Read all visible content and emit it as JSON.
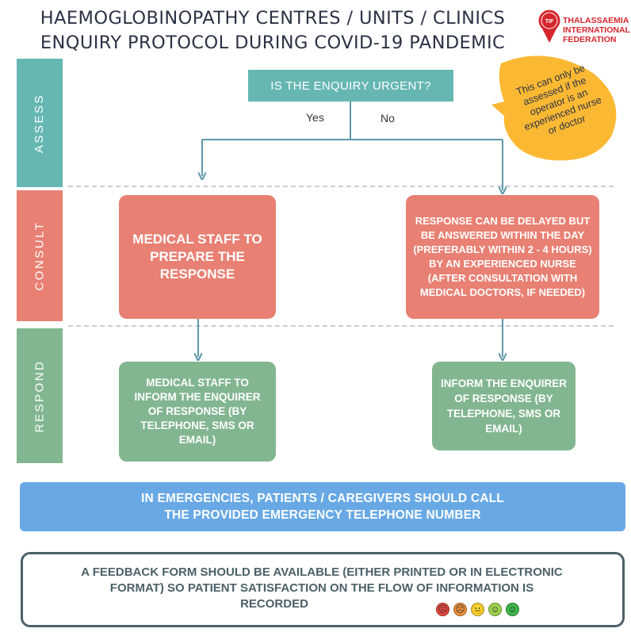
{
  "title": {
    "line1": "HAEMOGLOBINOPATHY CENTRES / UNITS / CLINICS",
    "line2": "ENQUIRY PROTOCOL DURING COVID-19 PANDEMIC"
  },
  "logo": {
    "line1": "THALASSAEMIA",
    "line2": "INTERNATIONAL",
    "line3": "FEDERATION",
    "mark_text": "TIF",
    "color": "#d7262e"
  },
  "stages": {
    "assess": "ASSESS",
    "consult": "CONSULT",
    "respond": "RESPOND"
  },
  "question": "IS THE ENQUIRY URGENT?",
  "branches": {
    "yes": "Yes",
    "no": "No"
  },
  "note": {
    "line1": "This can only be",
    "line2": "assessed if the",
    "line3": "operator is an",
    "line4": "experienced nurse",
    "line5": "or doctor"
  },
  "consult_left": "MEDICAL STAFF TO PREPARE THE RESPONSE",
  "consult_right": "RESPONSE CAN BE DELAYED BUT BE ANSWERED WITHIN THE DAY (PREFERABLY WITHIN 2 - 4 HOURS) BY AN EXPERIENCED NURSE (AFTER CONSULTATION WITH MEDICAL DOCTORS, IF NEEDED)",
  "respond_left": "MEDICAL STAFF TO INFORM THE ENQUIRER OF RESPONSE (BY TELEPHONE, SMS OR EMAIL)",
  "respond_right": "INFORM THE ENQUIRER OF RESPONSE (BY TELEPHONE, SMS OR EMAIL)",
  "emergency": {
    "line1": "IN EMERGENCIES, PATIENTS / CAREGIVERS SHOULD CALL",
    "line2": "THE PROVIDED EMERGENCY TELEPHONE NUMBER"
  },
  "feedback": {
    "line1": "A FEEDBACK FORM SHOULD BE AVAILABLE (EITHER PRINTED OR IN ELECTRONIC",
    "line2": "FORMAT) SO PATIENT SATISFACTION ON THE FLOW OF INFORMATION IS",
    "line3": "RECORDED"
  },
  "satisfaction_faces": [
    {
      "icon": "very-unhappy-face-icon",
      "color": "#e8453c",
      "glyph": "☹"
    },
    {
      "icon": "unhappy-face-icon",
      "color": "#f0913a",
      "glyph": "☹"
    },
    {
      "icon": "neutral-face-icon",
      "color": "#f5d431",
      "glyph": "😐"
    },
    {
      "icon": "happy-face-icon",
      "color": "#9bd24a",
      "glyph": "☺"
    },
    {
      "icon": "very-happy-face-icon",
      "color": "#3db54a",
      "glyph": "☺"
    }
  ],
  "colors": {
    "assess": "#66b7b1",
    "consult": "#e88073",
    "respond": "#82b691",
    "emergency": "#68a9e5",
    "note": "#fbb933",
    "arrow": "#5c98a8"
  }
}
